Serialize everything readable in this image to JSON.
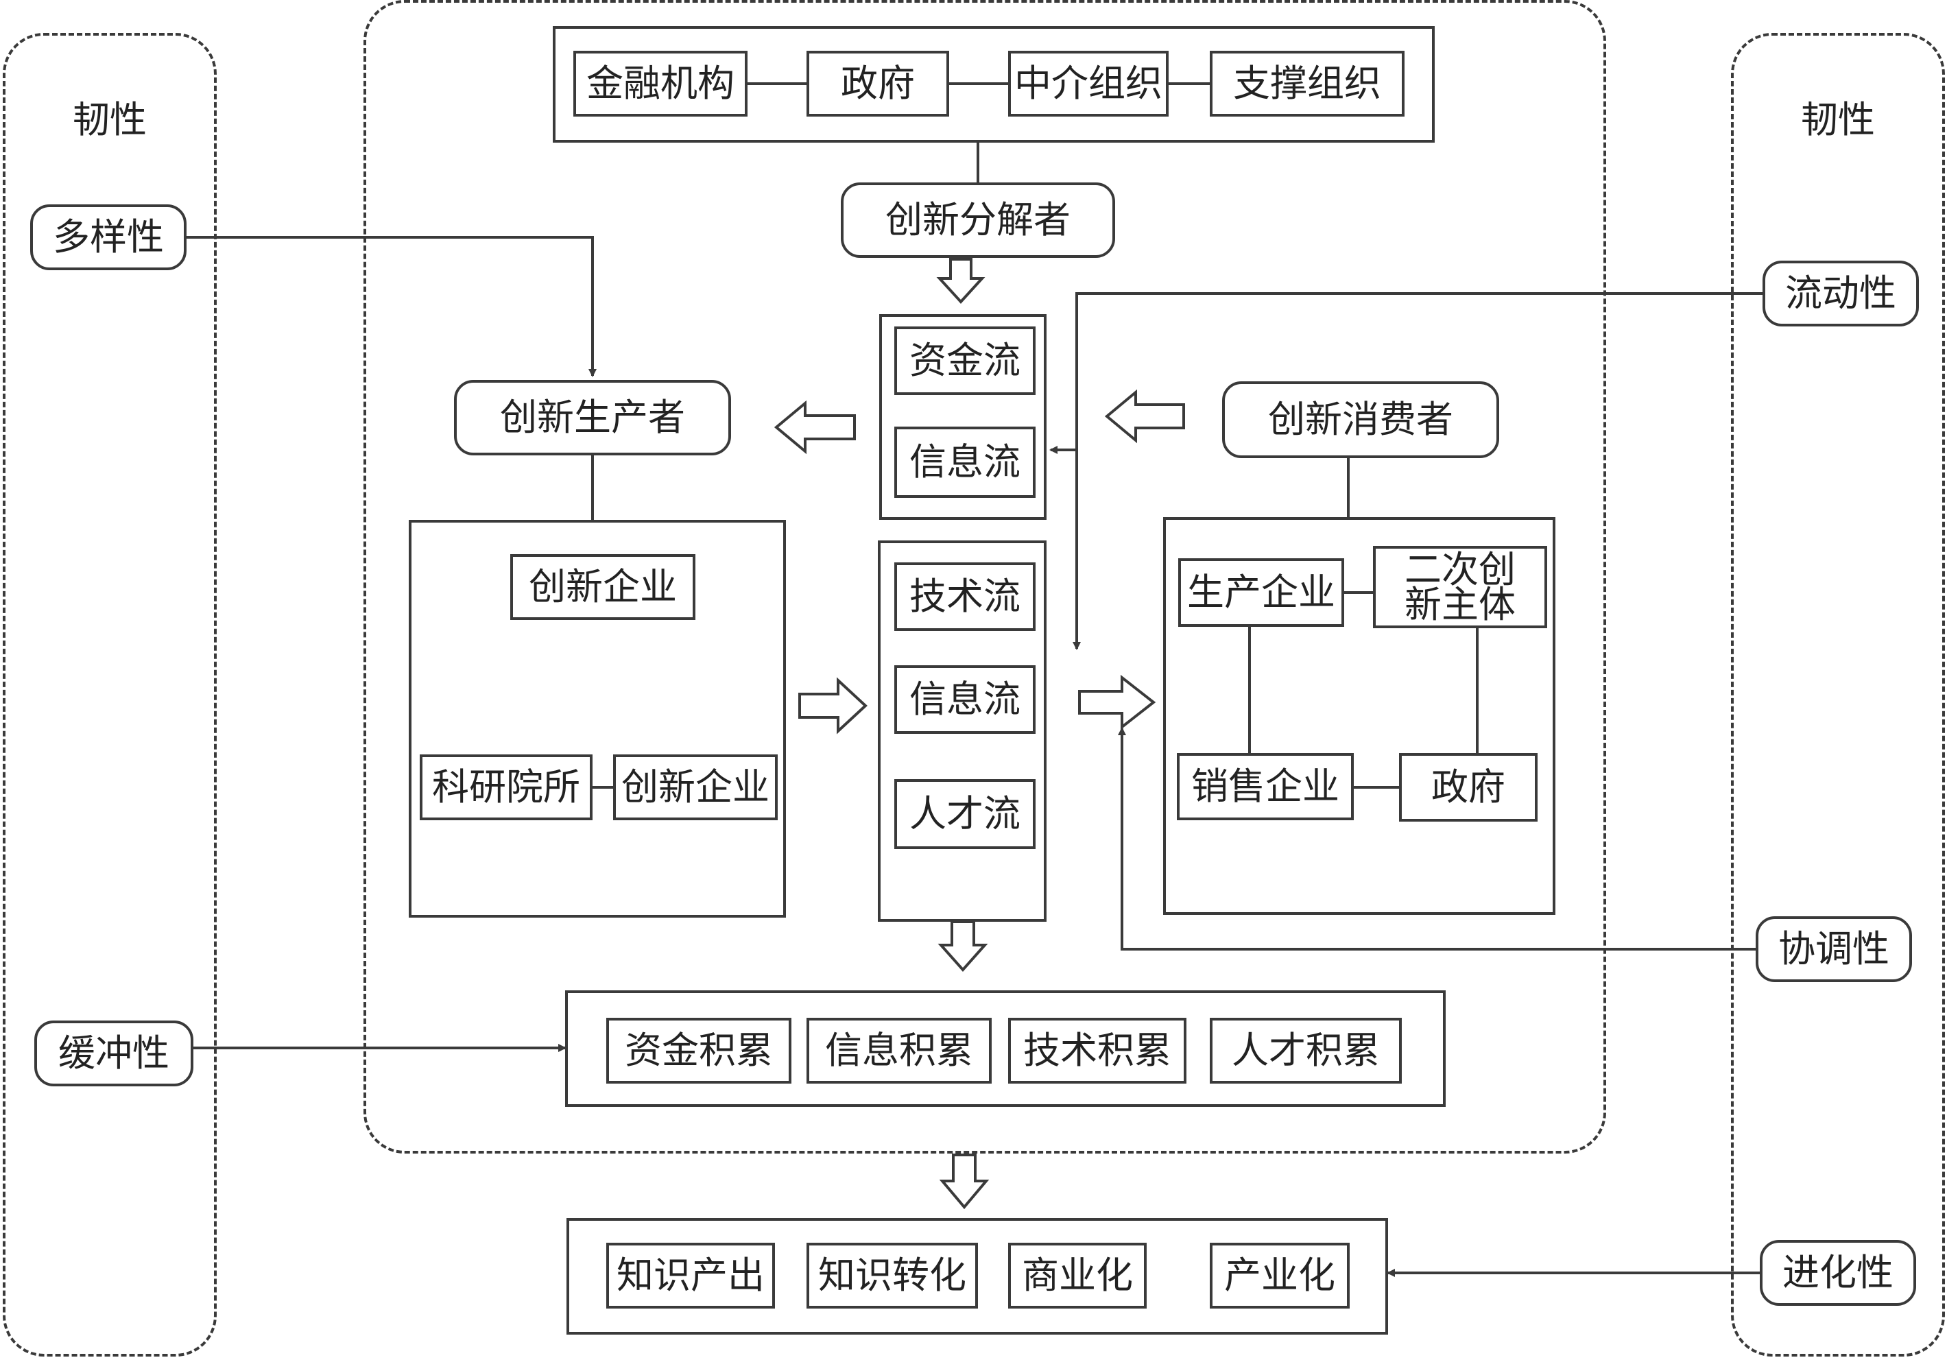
{
  "left_panel": {
    "title": "韧性",
    "properties": [
      "多样性",
      "缓冲性"
    ]
  },
  "right_panel": {
    "title": "韧性",
    "properties": [
      "流动性",
      "协调性",
      "进化性"
    ]
  },
  "decomposer": {
    "members": [
      "金融机构",
      "政府",
      "中介组织",
      "支撑组织"
    ],
    "label": "创新分解者"
  },
  "flows_top": [
    "资金流",
    "信息流"
  ],
  "flows_mid": [
    "技术流",
    "信息流",
    "人才流"
  ],
  "producer": {
    "label": "创新生产者",
    "top_entity": "创新企业",
    "bottom_entities": [
      "科研院所",
      "创新企业"
    ]
  },
  "consumer": {
    "label": "创新消费者",
    "entities": [
      "生产企业",
      "二次创新主体",
      "销售企业",
      "政府"
    ]
  },
  "accumulation": [
    "资金积累",
    "信息积累",
    "技术积累",
    "人才积累"
  ],
  "outcomes": [
    "知识产出",
    "知识转化",
    "商业化",
    "产业化"
  ]
}
